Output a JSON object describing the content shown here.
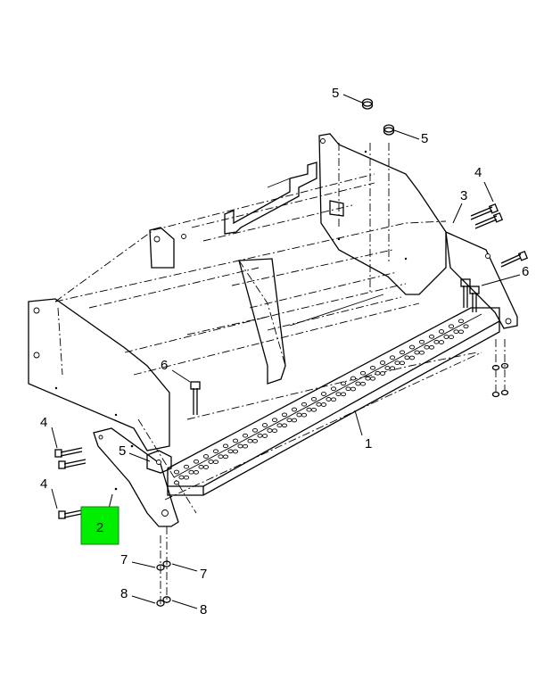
{
  "callouts": [
    {
      "id": "c5a",
      "text": "5"
    },
    {
      "id": "c5b",
      "text": "5"
    },
    {
      "id": "c4a",
      "text": "4"
    },
    {
      "id": "c3",
      "text": "3"
    },
    {
      "id": "c6a",
      "text": "6"
    },
    {
      "id": "c6b",
      "text": "6"
    },
    {
      "id": "c1",
      "text": "1"
    },
    {
      "id": "c5c",
      "text": "5"
    },
    {
      "id": "c4b",
      "text": "4"
    },
    {
      "id": "c4c",
      "text": "4"
    },
    {
      "id": "c7a",
      "text": "7"
    },
    {
      "id": "c7b",
      "text": "7"
    },
    {
      "id": "c8a",
      "text": "8"
    },
    {
      "id": "c8b",
      "text": "8"
    }
  ],
  "highlight": {
    "text": "2",
    "color": "#00ee00",
    "border": "#1a7a1a"
  }
}
